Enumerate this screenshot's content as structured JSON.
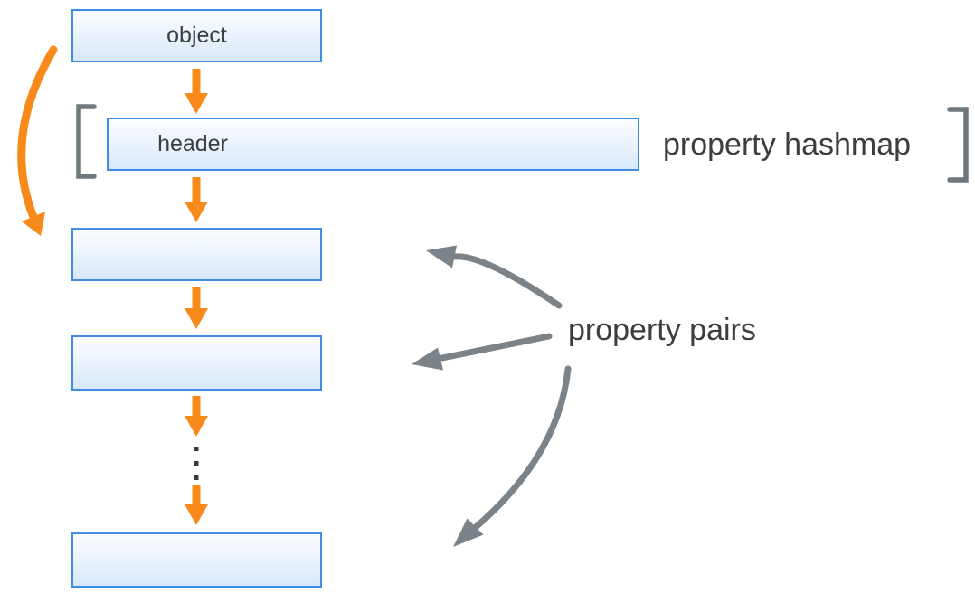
{
  "labels": {
    "object": "object",
    "header": "header",
    "property_hashmap": "property hashmap",
    "property_pairs": "property pairs"
  },
  "boxes": {
    "object": {
      "label": "object",
      "type": "object-reference"
    },
    "hashmap_header": {
      "label": "header",
      "slot_divider_count": 4
    },
    "property_pairs": [
      {
        "label": ""
      },
      {
        "label": ""
      },
      {
        "label": ""
      }
    ]
  },
  "icons": {
    "flow_arrows": "orange-down-arrow-icon",
    "shortcut_arrow": "orange-curved-arrow-icon",
    "annotation_arrows": "gray-curved-arrow-icon",
    "continuation": "vertical-ellipsis-dots",
    "grouping": "square-brackets"
  },
  "colors": {
    "arrow_orange": "#F78A1A",
    "box_border_blue": "#3D8DE5",
    "box_fill_top": "#FBFDFF",
    "box_fill_bottom": "#D8E8F9",
    "bracket_gray": "#6F787D",
    "annotation_arrow_gray": "#7B8389",
    "text_dark": "#3B3D3F",
    "background": "#FFFFFF"
  }
}
